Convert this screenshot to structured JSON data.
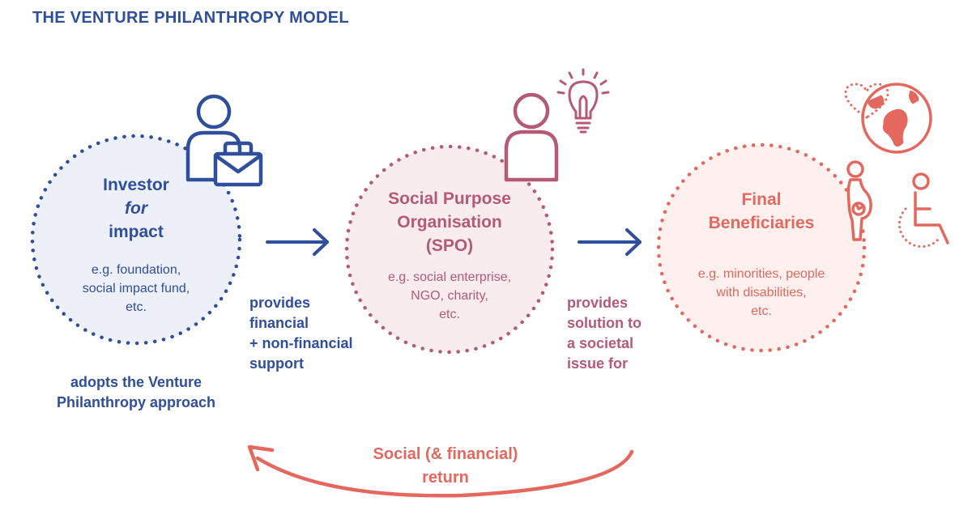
{
  "title": "THE VENTURE PHILANTHROPY MODEL",
  "colors": {
    "investor": "#2f4e9c",
    "investor_fill": "#edf0f8",
    "spo": "#b45a76",
    "spo_fill": "#f8ecef",
    "beneficiary": "#e4685d",
    "beneficiary_fill": "#fdf0ee"
  },
  "investor": {
    "title_lines": [
      "Investor",
      "for",
      "impact"
    ],
    "examples": [
      "e.g. foundation,",
      "social impact fund,",
      "etc."
    ],
    "approach": [
      "adopts the Venture",
      "Philanthropy approach"
    ],
    "icons": [
      "person-icon",
      "briefcase-icon"
    ]
  },
  "link_investor_spo": {
    "lines": [
      "provides",
      "financial",
      "+ non-financial",
      "support"
    ]
  },
  "spo": {
    "title_lines": [
      "Social Purpose",
      "Organisation",
      "(SPO)"
    ],
    "examples": [
      "e.g. social enterprise,",
      "NGO, charity,",
      "etc."
    ],
    "icons": [
      "person-icon",
      "lightbulb-icon"
    ]
  },
  "link_spo_beneficiaries": {
    "lines": [
      "provides",
      "solution to",
      "a societal",
      "issue for"
    ]
  },
  "beneficiaries": {
    "title_lines": [
      "Final",
      "Beneficiaries"
    ],
    "examples": [
      "e.g. minorities, people",
      "with disabilities,",
      "etc."
    ],
    "icons": [
      "globe-icon",
      "heart-icon",
      "pregnant-woman-icon",
      "wheelchair-icon"
    ]
  },
  "return_flow": {
    "lines": [
      "Social (& financial)",
      "return"
    ]
  }
}
